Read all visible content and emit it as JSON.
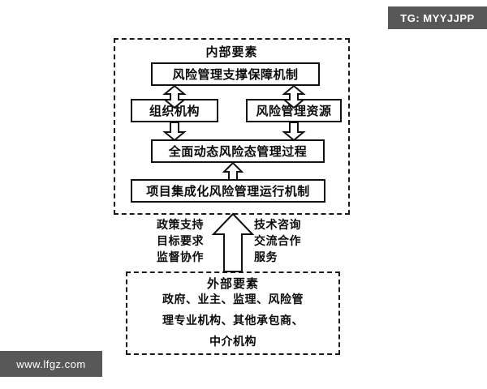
{
  "diagram": {
    "internal": {
      "title": "内部要素",
      "nodes": {
        "support": "风险管理支撑保障机制",
        "org": "组织机构",
        "resource": "风险管理资源",
        "process": "全面动态风险态管理过程",
        "mechanism": "项目集成化风险管理运行机制"
      }
    },
    "flows": {
      "left": [
        "政策支持",
        "目标要求",
        "监督协作"
      ],
      "right": [
        "技术咨询",
        "交流合作",
        "服务"
      ]
    },
    "external": {
      "title": "外部要素",
      "lines": [
        "政府、业主、监理、风险管",
        "理专业机构、其他承包商、",
        "中介机构"
      ]
    }
  },
  "watermarks": {
    "top_right": "TG: MYYJJPP",
    "bottom_left": "www.lfgz.com"
  },
  "colors": {
    "stroke": "#111111",
    "background": "#ffffff",
    "watermark_bg": "#585858",
    "watermark_text": "#ffffff"
  }
}
